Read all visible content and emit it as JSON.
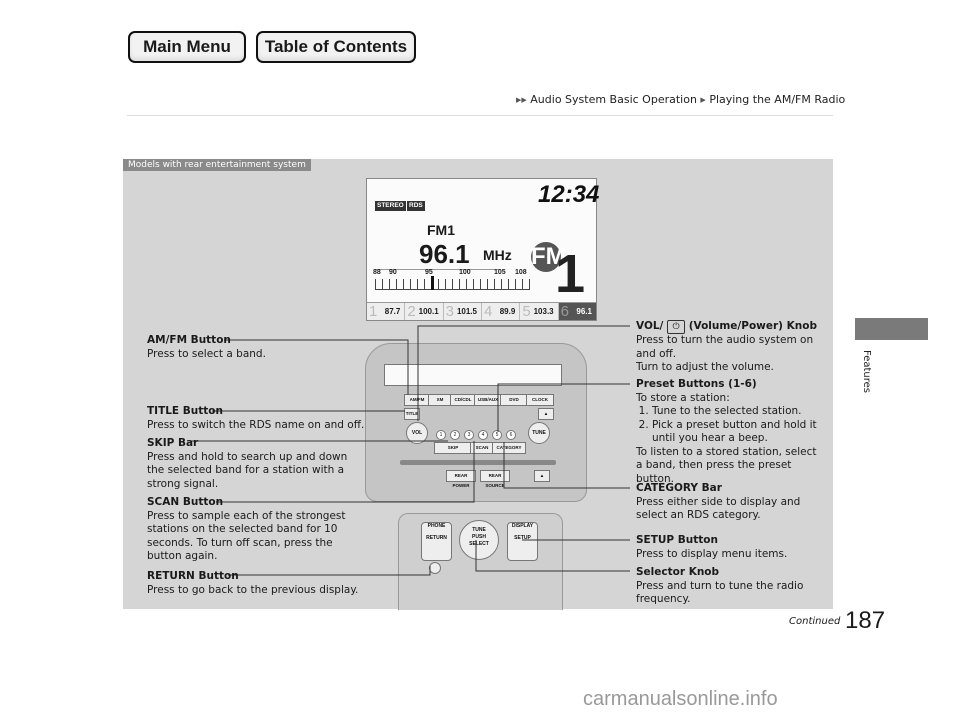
{
  "nav": {
    "main_menu": "Main Menu",
    "toc": "Table of Contents"
  },
  "breadcrumb": {
    "part1": "Audio System Basic Operation",
    "part2": "Playing the AM/FM Radio"
  },
  "side_tab_label": "Features",
  "model_tag": "Models with rear entertainment system",
  "screen": {
    "clock": "12:34",
    "badges": [
      "STEREO",
      "RDS"
    ],
    "band": "FM1",
    "frequency": "96.1",
    "unit": "MHz",
    "logo_letters": "FM",
    "logo_number": "1",
    "scale_ticks": [
      "88",
      "90",
      "95",
      "100",
      "105",
      "108"
    ],
    "presets": [
      {
        "num": "1",
        "freq": "87.7"
      },
      {
        "num": "2",
        "freq": "100.1"
      },
      {
        "num": "3",
        "freq": "101.5"
      },
      {
        "num": "4",
        "freq": "89.9"
      },
      {
        "num": "5",
        "freq": "103.3"
      },
      {
        "num": "6",
        "freq": "96.1"
      }
    ]
  },
  "unit_labels": {
    "am_fm": "AM/FM",
    "xm": "XM",
    "cd": "CD/CDL",
    "usb": "USB/AUX",
    "dvd": "DVD",
    "clock": "CLOCK",
    "title": "TITLE",
    "vol": "VOL",
    "skip": "SKIP",
    "scan": "SCAN",
    "category": "CATEGORY",
    "rear_power": "REAR POWER",
    "rear_source": "REAR SOURCE",
    "eject": "▲",
    "tune": "TUNE",
    "preset_nums": [
      "1",
      "2",
      "3",
      "4",
      "5",
      "6"
    ]
  },
  "console_labels": {
    "phone": "PHONE",
    "return": "RETURN",
    "tune": "TUNE",
    "push": "PUSH",
    "select": "SELECT",
    "display": "DISPLAY",
    "setup": "SETUP"
  },
  "callouts": {
    "am_fm": {
      "title": "AM/FM Button",
      "body": "Press to select a band."
    },
    "title": {
      "title": "TITLE Button",
      "body": "Press to switch the RDS name on and off."
    },
    "skip": {
      "title": "SKIP Bar",
      "body": "Press and hold to search up and down the selected band for a station with a strong signal."
    },
    "scan": {
      "title": "SCAN Button",
      "body": "Press to sample each of the strongest stations on the selected band for 10 seconds. To turn off scan, press the button again."
    },
    "return": {
      "title": "RETURN Button",
      "body": "Press to go back to the previous display."
    },
    "vol": {
      "title_a": "VOL/",
      "title_b": "(Volume/Power) Knob",
      "body1": "Press to turn the audio system on and off.",
      "body2": "Turn to adjust the volume."
    },
    "preset": {
      "title": "Preset Buttons (1-6)",
      "intro": "To store a station:",
      "step1": "Tune to the selected station.",
      "step2": "Pick a preset button and hold it until you hear a beep.",
      "outro": "To listen to a stored station, select a band, then press the preset button."
    },
    "category": {
      "title": "CATEGORY Bar",
      "body": "Press either side to display and select an RDS category."
    },
    "setup": {
      "title": "SETUP Button",
      "body": "Press to display menu items."
    },
    "selector": {
      "title": "Selector Knob",
      "body": "Press and turn to tune the radio frequency."
    }
  },
  "footer": {
    "continued": "Continued",
    "page_number": "187"
  },
  "watermark": "carmanualsonline.info"
}
